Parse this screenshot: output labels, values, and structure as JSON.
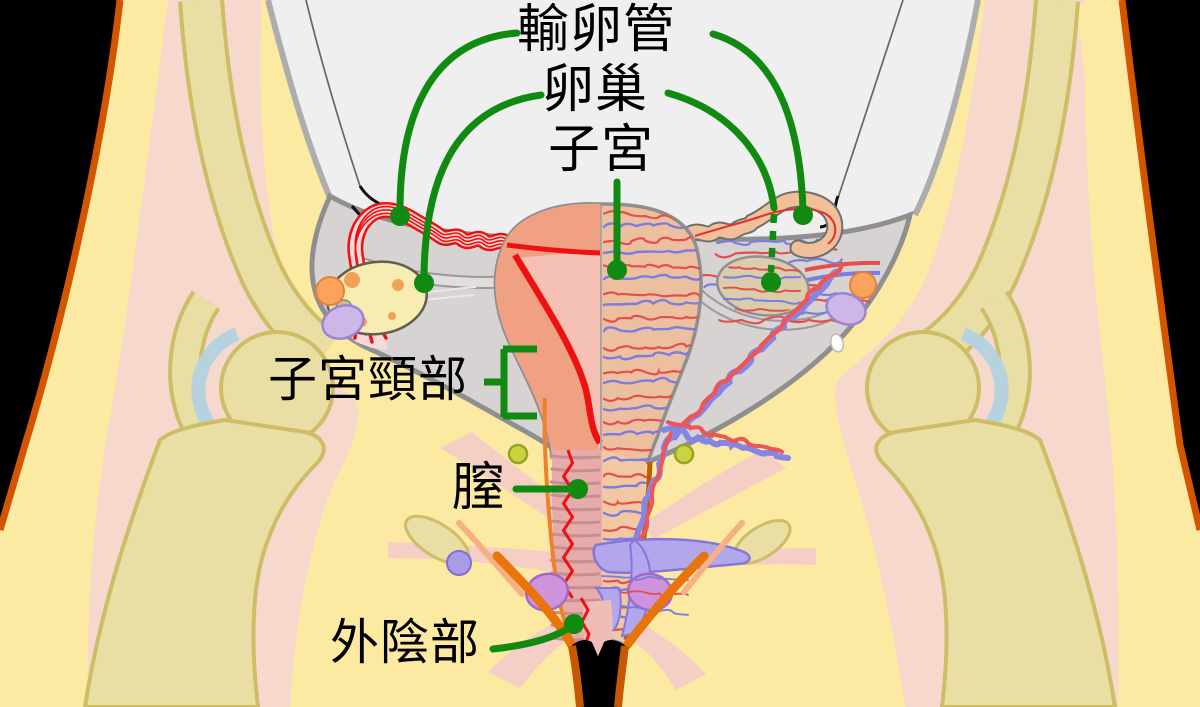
{
  "figure": {
    "labels": {
      "fallopian_tube": "輸卵管",
      "ovary": "卵巢",
      "uterus": "子宮",
      "cervix": "子宮頸部",
      "vagina": "膣",
      "vulva": "外陰部"
    },
    "colors": {
      "label_line_green": "#118A11",
      "body_outline_orange": "#D45500",
      "skin_yellow": "#FCE9A2",
      "muscle_pink": "#F6D8CD",
      "muscle_wedge_pink": "#F5CEC5",
      "bone_tan": "#E9DFA5",
      "bone_outline": "#CDBD67",
      "cartilage_blue": "#B7D2DF",
      "cavity_gray": "#F0EFEF",
      "cavity_line_gray": "#ADADAD",
      "pelvis_gray": "#D7D3D3",
      "pelvis_line_gray": "#8F8F8F",
      "uterus_cut_salmon": "#F0A184",
      "uterus_cavity_pink": "#F5C1B5",
      "endometrium_red": "#EE1111",
      "uterus_surface_peach": "#ECC09F",
      "artery_red": "#E34F4F",
      "vein_blue": "#7B7BE0",
      "levator_purple": "#B2A7EC",
      "purple_outline": "#8377D8",
      "bulb_magenta": "#CD93DC",
      "magenta_outline": "#A468C8",
      "groin_crease_orange": "#E8740B",
      "vulva_border_orange": "#C55800",
      "ovary_left_yellow": "#F7ECB2",
      "ovary_right_tan": "#D9CDAC",
      "vagina_wall_pink": "#E5ACAA",
      "vagina_ridge": "#C68E90",
      "vagina_outer_orange": "#F08030",
      "text_black": "#000000"
    }
  }
}
